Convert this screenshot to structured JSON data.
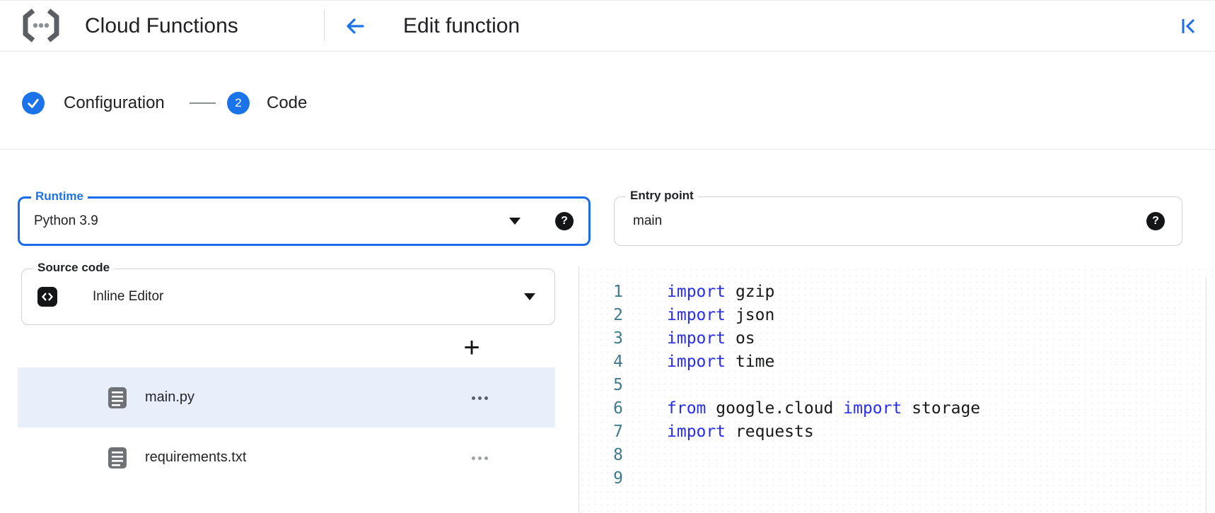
{
  "header": {
    "product_name": "Cloud Functions",
    "page_title": "Edit function"
  },
  "stepper": {
    "step1_label": "Configuration",
    "step1_status": "complete",
    "step2_number": "2",
    "step2_label": "Code",
    "step2_status": "current"
  },
  "fields": {
    "runtime": {
      "label": "Runtime",
      "value": "Python 3.9",
      "focused": true
    },
    "entry_point": {
      "label": "Entry point",
      "value": "main"
    },
    "source_code": {
      "label": "Source code",
      "value": "Inline Editor"
    }
  },
  "file_panel": {
    "add_button": "+",
    "files": [
      {
        "name": "main.py",
        "selected": true,
        "menu_icon": "more-horizontal"
      },
      {
        "name": "requirements.txt",
        "selected": false,
        "menu_icon": "more-horizontal"
      }
    ]
  },
  "editor": {
    "language": "python",
    "lines": [
      {
        "number": "1",
        "tokens": [
          {
            "type": "keyword",
            "text": "import"
          },
          {
            "type": "plain",
            "text": " gzip"
          }
        ]
      },
      {
        "number": "2",
        "tokens": [
          {
            "type": "keyword",
            "text": "import"
          },
          {
            "type": "plain",
            "text": " json"
          }
        ]
      },
      {
        "number": "3",
        "tokens": [
          {
            "type": "keyword",
            "text": "import"
          },
          {
            "type": "plain",
            "text": " os"
          }
        ]
      },
      {
        "number": "4",
        "tokens": [
          {
            "type": "keyword",
            "text": "import"
          },
          {
            "type": "plain",
            "text": " time"
          }
        ]
      },
      {
        "number": "5",
        "tokens": []
      },
      {
        "number": "6",
        "tokens": [
          {
            "type": "keyword",
            "text": "from"
          },
          {
            "type": "plain",
            "text": " google.cloud "
          },
          {
            "type": "keyword",
            "text": "import"
          },
          {
            "type": "plain",
            "text": " storage"
          }
        ]
      },
      {
        "number": "7",
        "tokens": [
          {
            "type": "keyword",
            "text": "import"
          },
          {
            "type": "plain",
            "text": " requests"
          }
        ]
      },
      {
        "number": "8",
        "tokens": []
      },
      {
        "number": "9",
        "tokens": []
      }
    ]
  },
  "icons": {
    "logo": "cloud-functions-logo",
    "back": "arrow-back",
    "collapse": "collapse-panel-left",
    "step_complete": "check",
    "dropdown": "caret-down",
    "help_glyph": "?",
    "source_inline": "code-brackets",
    "file": "file-document",
    "file_menu": "more-horizontal"
  },
  "colors": {
    "accent_blue": "#1a73e8",
    "focus_border_blue": "#1a6cea",
    "keyword_blue": "#282dee",
    "line_number_teal": "#3e7a8c",
    "selected_file_bg": "#e8eefa",
    "icon_gray": "#5b5f63"
  }
}
